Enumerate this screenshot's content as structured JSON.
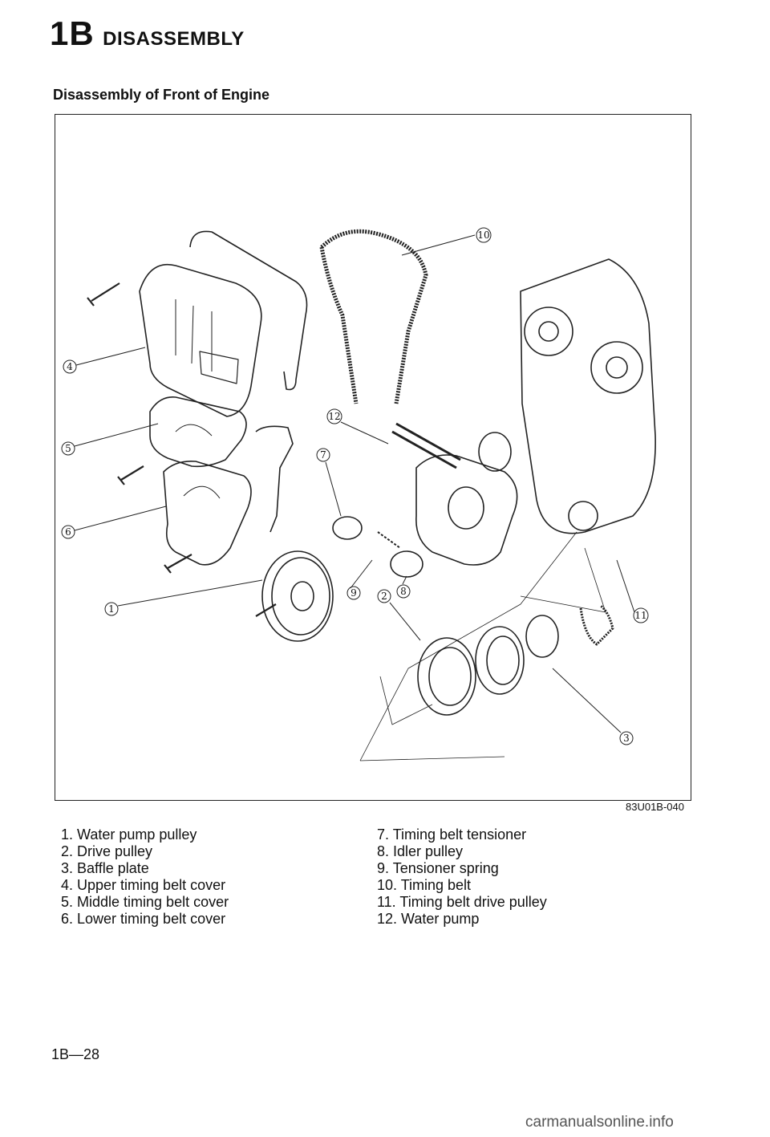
{
  "header": {
    "section_number": "1B",
    "section_title": "DISASSEMBLY"
  },
  "subtitle": "Disassembly of Front of Engine",
  "figure": {
    "code": "83U01B-040",
    "callouts": [
      "1",
      "2",
      "3",
      "4",
      "5",
      "6",
      "7",
      "8",
      "9",
      "10",
      "11",
      "12"
    ]
  },
  "legend": {
    "left": [
      "1. Water pump pulley",
      "2. Drive pulley",
      "3. Baffle plate",
      "4. Upper timing belt cover",
      "5. Middle timing belt cover",
      "6. Lower timing belt cover"
    ],
    "right": [
      "7. Timing belt tensioner",
      "8. Idler pulley",
      "9. Tensioner spring",
      "10. Timing belt",
      "11. Timing belt drive pulley",
      "12. Water pump"
    ]
  },
  "page_number": "1B—28",
  "watermark": "carmanualsonline.info"
}
